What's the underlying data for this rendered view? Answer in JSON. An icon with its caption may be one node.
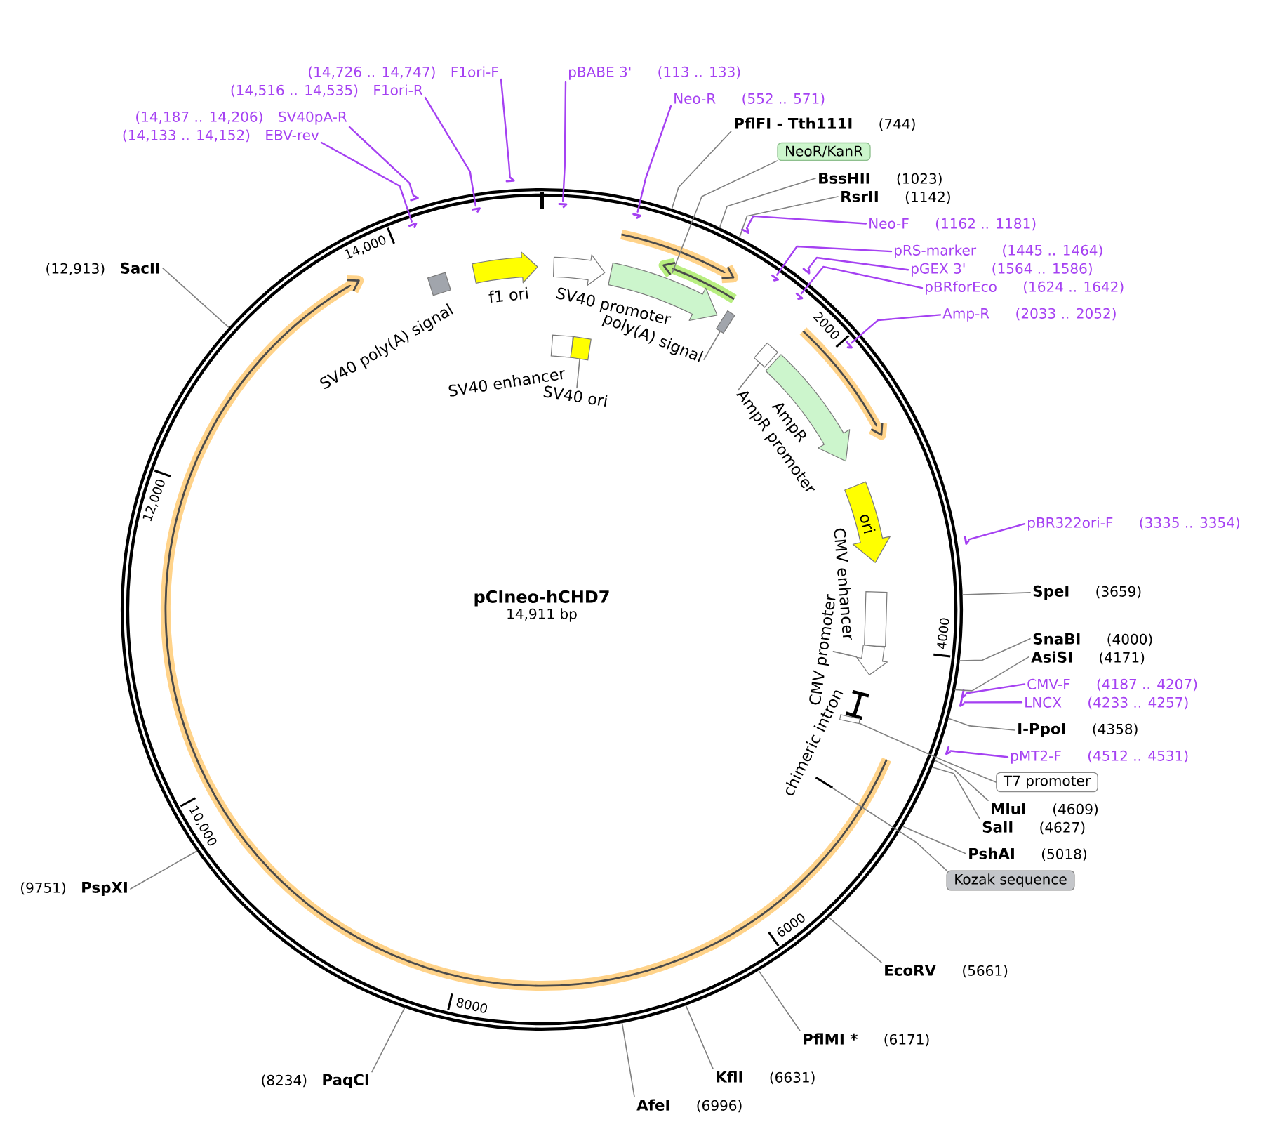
{
  "diagram": {
    "nodes": [
      {
        "text": [
          "pCIneo-hCHD7",
          "14,911 bp"
        ]
      },
      {
        "text": [
          "(14,726 .. 14,747)",
          "F1ori-F"
        ]
      },
      {
        "text": [
          "pBABE 3'",
          "(113 .. 133)"
        ]
      },
      {
        "text": [
          "(14,516 .. 14,535)",
          "F1ori-R"
        ]
      },
      {
        "text": [
          "Neo-R",
          "(552 .. 571)"
        ]
      },
      {
        "text": [
          "(14,187 .. 14,206)",
          "SV40pA-R"
        ]
      },
      {
        "text": [
          "PflFI - Tth111I",
          "(744)"
        ]
      },
      {
        "text": [
          "(14,133 .. 14,152)",
          "EBV-rev"
        ]
      },
      {
        "text": [
          "NeoR/KanR"
        ]
      },
      {
        "text": [
          "BssHII",
          "(1023)"
        ]
      },
      {
        "text": [
          "RsrII",
          "(1142)"
        ]
      },
      {
        "text": [
          "Neo-F",
          "(1162 .. 1181)"
        ]
      },
      {
        "text": [
          "pRS-marker",
          "(1445 .. 1464)"
        ]
      },
      {
        "text": [
          "(12,913)",
          "SacII"
        ]
      },
      {
        "text": [
          "pGEX 3'",
          "(1564 .. 1586)"
        ]
      },
      {
        "text": [
          "pBRforEco",
          "(1624 .. 1642)"
        ]
      },
      {
        "text": [
          "Amp-R",
          "(2033 .. 2052)"
        ]
      },
      {
        "text": [
          "pBR322ori-F",
          "(3335 .. 3354)"
        ]
      },
      {
        "text": [
          "SpeI",
          "(3659)"
        ]
      },
      {
        "text": [
          "SnaBI",
          "(4000)"
        ]
      },
      {
        "text": [
          "AsiSI",
          "(4171)"
        ]
      },
      {
        "text": [
          "CMV-F",
          "(4187 .. 4207)"
        ]
      },
      {
        "text": [
          "LNCX",
          "(4233 .. 4257)"
        ]
      },
      {
        "text": [
          "I-PpoI",
          "(4358)"
        ]
      },
      {
        "text": [
          "pMT2-F",
          "(4512 .. 4531)"
        ]
      },
      {
        "text": [
          "T7 promoter"
        ]
      },
      {
        "text": [
          "MluI",
          "(4609)"
        ]
      },
      {
        "text": [
          "SalI",
          "(4627)"
        ]
      },
      {
        "text": [
          "PshAI",
          "(5018)"
        ]
      },
      {
        "text": [
          "Kozak sequence"
        ]
      },
      {
        "text": [
          "(9751)",
          "PspXI"
        ]
      },
      {
        "text": [
          "EcoRV",
          "(5661)"
        ]
      },
      {
        "text": [
          "PflMI *",
          "(6171)"
        ]
      },
      {
        "text": [
          "(8234)",
          "PaqCI"
        ]
      },
      {
        "text": [
          "KflI",
          "(6631)"
        ]
      },
      {
        "text": [
          "AfeI",
          "(6996)"
        ]
      },
      {
        "text": [],
        "shape": "box",
        "beside": [
          "SV40 poly(A) signal"
        ],
        "in": 0
      },
      {
        "text": [],
        "shape": "arrow",
        "beside": [
          "f1 ori"
        ],
        "in": 0
      },
      {
        "text": [],
        "shape": "arrow",
        "beside": [
          "SV40 promoter"
        ],
        "in": 0
      },
      {
        "text": [],
        "shape": "arrow",
        "in": 0
      },
      {
        "text": [],
        "shape": "box",
        "in": 0
      },
      {
        "text": [],
        "shape": "box",
        "in": 0
      },
      {
        "text": [
          "SV40 ori"
        ],
        "in": 0
      },
      {
        "text": [],
        "shape": "box",
        "in": 0
      },
      {
        "text": [
          "poly(A) signal"
        ],
        "in": 0
      },
      {
        "text": [],
        "shape": "box",
        "in": 0
      },
      {
        "text": [
          "AmpR promoter"
        ],
        "in": 0
      },
      {
        "text": [],
        "shape": "arrow",
        "beside": [
          "AmpR"
        ],
        "in": 0
      },
      {
        "text": [
          "ori"
        ],
        "in": 0
      },
      {
        "text": [],
        "shape": "box",
        "in": 0
      },
      {
        "text": [
          "CMV promoter"
        ],
        "in": 0
      },
      {
        "text": [],
        "shape": "arrow",
        "in": 0
      },
      {
        "text": [],
        "shape": "bar",
        "beside": [
          "chimeric intron"
        ],
        "in": 0
      },
      {
        "text": [],
        "shape": "box",
        "in": 0
      },
      {
        "text": [],
        "shape": "bar",
        "in": 0
      },
      {
        "text": [],
        "shape": "arrow",
        "in": 0
      },
      {
        "text": [],
        "shape": "arrow"
      },
      {
        "text": [],
        "shape": "arrow",
        "in": 0
      },
      {
        "text": [],
        "shape": "arrow"
      },
      {
        "text": [],
        "shape": "arrow",
        "in": 0
      },
      {
        "text": [],
        "shape": "arrow",
        "in": 0
      },
      {
        "text": [],
        "shape": "arrow"
      },
      {
        "text": [],
        "shape": "arrow",
        "in": 0
      },
      {
        "text": [],
        "shape": "arrow"
      },
      {
        "text": [],
        "shape": "arrow",
        "in": 0
      },
      {
        "text": [],
        "shape": "arrow",
        "in": 0
      },
      {
        "text": [],
        "shape": "arrow"
      },
      {
        "text": [],
        "shape": "arrow"
      },
      {
        "text": [],
        "shape": "arrow"
      },
      {
        "text": [],
        "shape": "arrow"
      }
    ],
    "edges": [
      {
        "from": 1,
        "to": 58,
        "arrow": "none",
        "color": "#a541f2"
      },
      {
        "from": 2,
        "to": 59,
        "arrow": "none",
        "color": "#a541f2"
      },
      {
        "from": 3,
        "to": 57,
        "arrow": "none",
        "color": "#a541f2"
      },
      {
        "from": 4,
        "to": 60,
        "arrow": "none",
        "color": "#a541f2"
      },
      {
        "from": 5,
        "to": 56,
        "arrow": "none",
        "color": "#a541f2"
      },
      {
        "from": 6,
        "to": 0,
        "arrow": "none"
      },
      {
        "from": 7,
        "to": 55,
        "arrow": "none",
        "color": "#a541f2"
      },
      {
        "from": 8,
        "to": 39,
        "arrow": "none"
      },
      {
        "from": 9,
        "to": 0,
        "arrow": "none"
      },
      {
        "from": 10,
        "to": 0,
        "arrow": "none"
      },
      {
        "from": 11,
        "to": 61,
        "arrow": "none",
        "color": "#a541f2"
      },
      {
        "from": 12,
        "to": 62,
        "arrow": "none",
        "color": "#a541f2"
      },
      {
        "from": 13,
        "to": 0,
        "arrow": "none"
      },
      {
        "from": 14,
        "to": 63,
        "arrow": "none",
        "color": "#a541f2"
      },
      {
        "from": 15,
        "to": 64,
        "arrow": "none",
        "color": "#a541f2"
      },
      {
        "from": 16,
        "to": 65,
        "arrow": "none",
        "color": "#a541f2"
      },
      {
        "from": 17,
        "to": 66,
        "arrow": "none",
        "color": "#a541f2"
      },
      {
        "from": 18,
        "to": 0,
        "arrow": "none"
      },
      {
        "from": 19,
        "to": 0,
        "arrow": "none"
      },
      {
        "from": 20,
        "to": 0,
        "arrow": "none"
      },
      {
        "from": 21,
        "to": 67,
        "arrow": "none",
        "color": "#a541f2"
      },
      {
        "from": 22,
        "to": 68,
        "arrow": "none",
        "color": "#a541f2"
      },
      {
        "from": 23,
        "to": 0,
        "arrow": "none"
      },
      {
        "from": 24,
        "to": 69,
        "arrow": "none",
        "color": "#a541f2"
      },
      {
        "from": 25,
        "to": 53,
        "arrow": "none"
      },
      {
        "from": 26,
        "to": 0,
        "arrow": "none"
      },
      {
        "from": 27,
        "to": 0,
        "arrow": "none"
      },
      {
        "from": 28,
        "to": 0,
        "arrow": "none"
      },
      {
        "from": 29,
        "to": 54,
        "arrow": "none"
      },
      {
        "from": 30,
        "to": 0,
        "arrow": "none"
      },
      {
        "from": 31,
        "to": 0,
        "arrow": "none"
      },
      {
        "from": 32,
        "to": 0,
        "arrow": "none"
      },
      {
        "from": 33,
        "to": 0,
        "arrow": "none"
      },
      {
        "from": 34,
        "to": 0,
        "arrow": "none"
      },
      {
        "from": 35,
        "to": 0,
        "arrow": "none"
      },
      {
        "from": 42,
        "to": 41,
        "arrow": "none"
      },
      {
        "from": 44,
        "to": 43,
        "arrow": "none"
      },
      {
        "from": 46,
        "to": 45,
        "arrow": "none"
      },
      {
        "from": 50,
        "to": 51,
        "arrow": "none"
      }
    ],
    "labels": [
      "14,000",
      "2000",
      "SV40 enhancer",
      "12,000",
      "CMV enhancer",
      "4000",
      "10,000",
      "6000",
      "8000"
    ]
  }
}
